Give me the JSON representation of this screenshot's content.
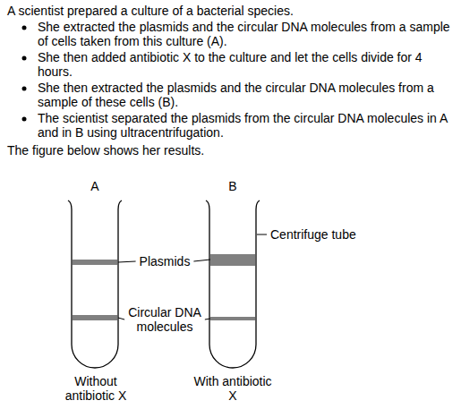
{
  "diagram": {
    "labels": [
      "A scientist prepared a culture of a bacterial species.",
      "She extracted the plasmids and the circular DNA molecules from a sample of cells taken from this culture (A).",
      "She then added antibiotic X to the culture and let the cells divide for 4 hours.",
      "She then extracted the plasmids and the circular DNA molecules from a sample of these cells (B).",
      "The scientist separated the plasmids from the circular DNA molecules in A and in B using ultracentrifugation.",
      "The figure below shows her results.",
      "A",
      "B",
      "Plasmids",
      "Circular DNA molecules",
      "Centrifuge tube",
      "Without antibiotic X",
      "With antibiotic X"
    ]
  }
}
